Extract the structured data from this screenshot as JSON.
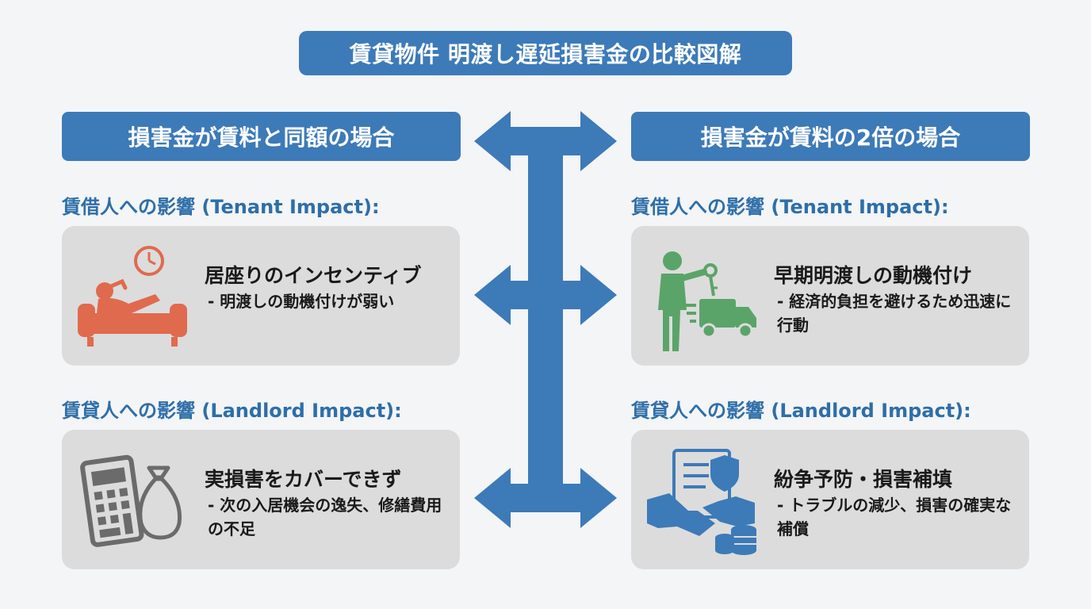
{
  "title": "賃貸物件 明渡し遅延損害金の比較図解",
  "columns": [
    {
      "header": "損害金が賃料と同額の場合",
      "tenant_label": "賃借人への影響 (Tenant Impact):",
      "tenant_main": "居座りのインセンティブ",
      "tenant_sub": "- 明渡しの動機付けが弱い",
      "landlord_label": "賃貸人への影響 (Landlord Impact):",
      "landlord_main": "実損害をカバーできず",
      "landlord_sub": "- 次の入居機会の逸失、修繕費用の不足"
    },
    {
      "header": "損害金が賃料の2倍の場合",
      "tenant_label": "賃借人への影響 (Tenant Impact):",
      "tenant_main": "早期明渡しの動機付け",
      "tenant_sub": "- 経済的負担を避けるため迅速に行動",
      "landlord_label": "賃貸人への影響 (Landlord Impact):",
      "landlord_main": "紛争予防・損害補填",
      "landlord_sub": "- トラブルの減少、損害の確実な補償"
    }
  ],
  "icons": {
    "left_tenant": "person-on-sofa-clock-icon",
    "left_landlord": "calculator-money-bag-icon",
    "right_tenant": "person-keys-truck-icon",
    "right_landlord": "contract-handshake-coins-icon"
  },
  "colors": {
    "accent_blue": "#3d7ab8",
    "label_blue": "#2e6ea8",
    "card_gray": "#dcdcdc",
    "sofa_red": "#e06a4e",
    "person_green": "#5aa469",
    "icon_gray": "#6b6b6b",
    "icon_blue": "#3d7ab8"
  }
}
